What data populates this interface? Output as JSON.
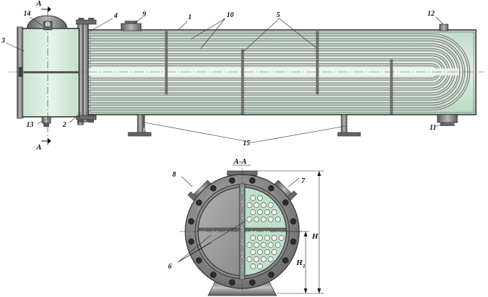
{
  "colors": {
    "shell_fill": "#cfe8d6",
    "shell_stroke": "#333333",
    "tube": "#8f8f8f",
    "tube_light": "#e9e9e9",
    "chamber_fill": "#d7ecdc",
    "steel": "#7a7a7a",
    "steel_dark": "#4a4a4a",
    "partition_gray": "#9a9a9a",
    "tubesheet_green": "#bfe0c8",
    "tube_hole": "#f2f2f2"
  },
  "labels": {
    "l1": "1",
    "l2": "2",
    "l3": "3",
    "l4": "4",
    "l5": "5",
    "l6": "6",
    "l7": "7",
    "l8": "8",
    "l9": "9",
    "l10": "10",
    "l11": "11",
    "l12": "12",
    "l13": "13",
    "l14": "14",
    "l15": "15",
    "section_top": "А",
    "section_bottom": "А",
    "section_title": "А-А",
    "dim_H": "Н",
    "dim_H1": "Н",
    "dim_H1_sub": "1"
  },
  "icons": {
    "section_arrow": "section-arrow-icon",
    "bolt": "bolt-icon",
    "nozzle": "nozzle-icon"
  }
}
